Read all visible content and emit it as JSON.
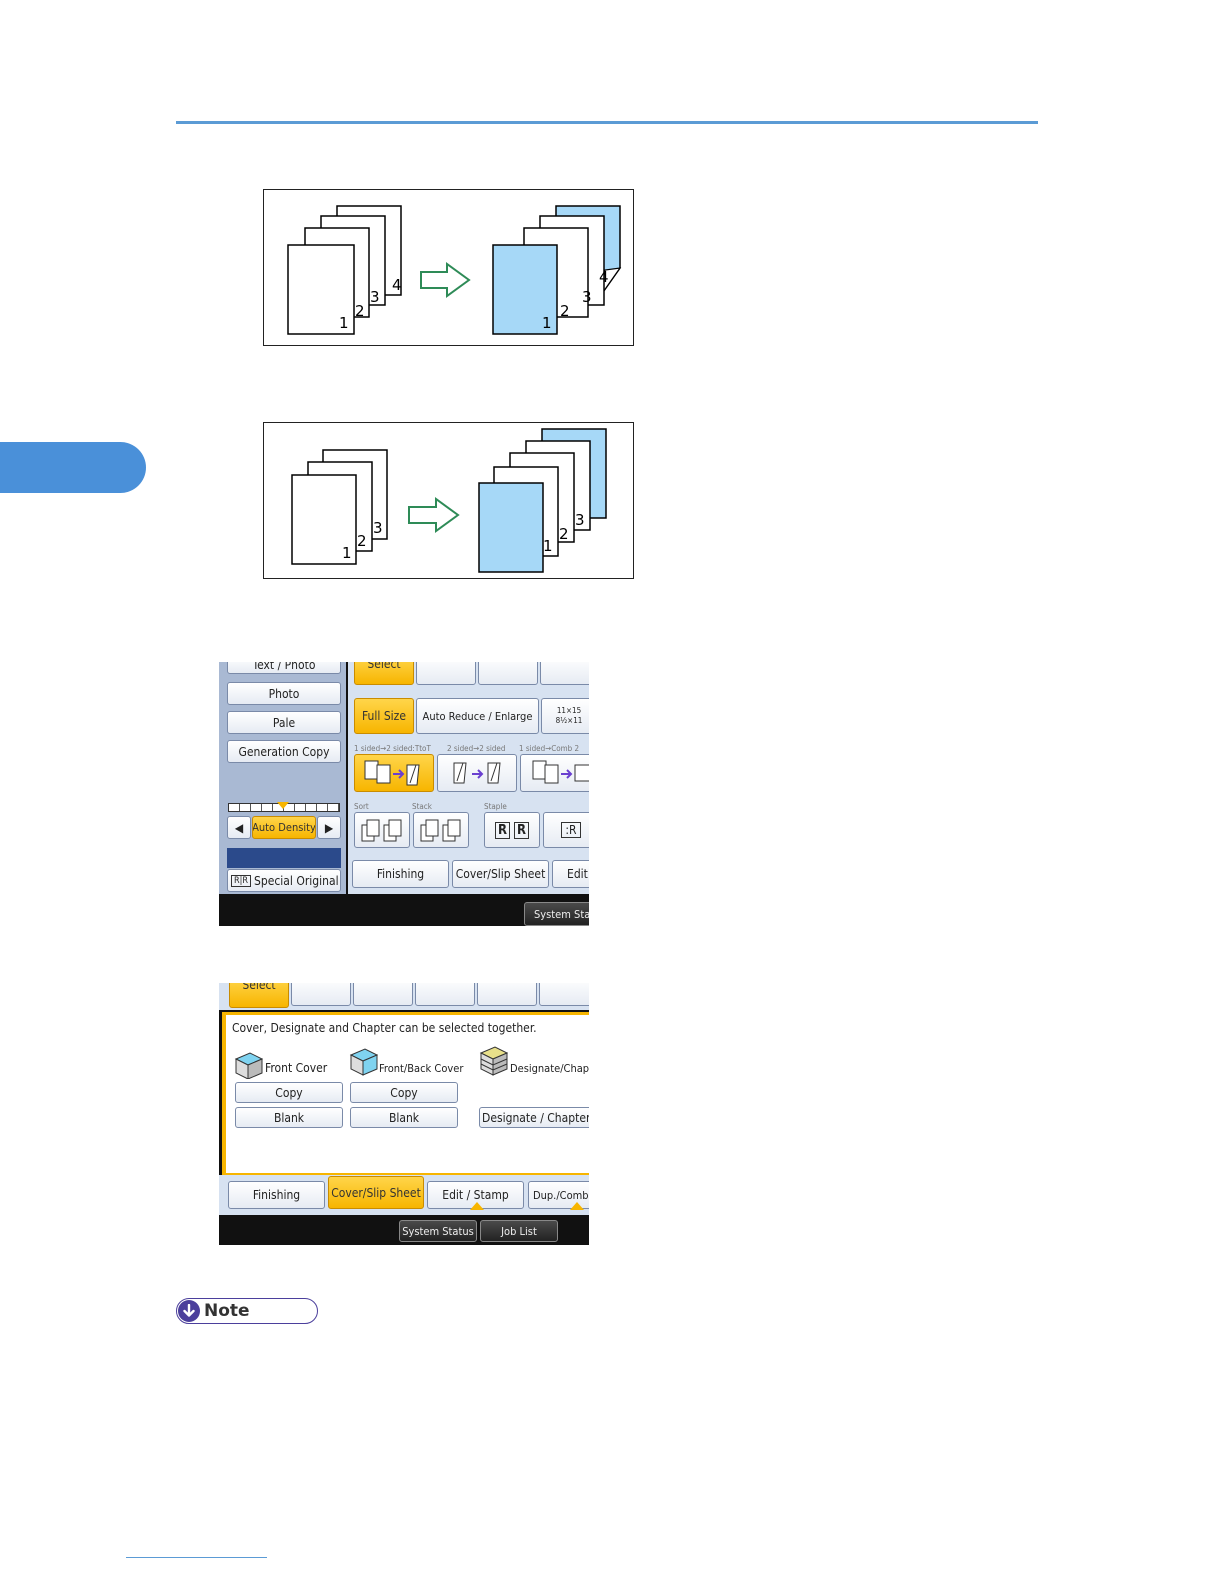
{
  "diagram1": {
    "left_pages": [
      "1",
      "2",
      "3",
      "4"
    ],
    "right_pages": [
      "1",
      "2",
      "3",
      "4"
    ]
  },
  "diagram2": {
    "left_pages": [
      "1",
      "2",
      "3"
    ],
    "right_pages": [
      "1",
      "2",
      "3"
    ]
  },
  "screen1": {
    "top_buttons": [
      "Select",
      "",
      "",
      ""
    ],
    "left_buttons": [
      "Text / Photo",
      "Photo",
      "Pale",
      "Generation Copy"
    ],
    "density_label": "Auto Density",
    "special_original": "Special Original",
    "reduce_buttons": [
      "Full Size",
      "Auto Reduce / Enlarge"
    ],
    "paper_size": [
      "11×15",
      "8½×11"
    ],
    "duplex_labels": [
      "1 sided→2 sided:TtoT",
      "2 sided→2 sided",
      "1 sided→Comb 2"
    ],
    "finish_labels": [
      "Sort",
      "Stack",
      "Staple"
    ],
    "tabs": [
      "Finishing",
      "Cover/Slip Sheet",
      "Edit"
    ],
    "status_button": "System Status"
  },
  "screen2": {
    "top_buttons": [
      "Select",
      "",
      "",
      "",
      "",
      ""
    ],
    "message": "Cover, Designate and Chapter can be selected together.",
    "front_cover": {
      "title": "Front Cover",
      "copy": "Copy",
      "blank": "Blank"
    },
    "front_back_cover": {
      "title": "Front/Back Cover",
      "copy": "Copy",
      "blank": "Blank"
    },
    "designate": {
      "title": "Designate/Chapter",
      "button": "Designate / Chapter"
    },
    "tabs": [
      "Finishing",
      "Cover/Slip Sheet",
      "Edit / Stamp",
      "Dup./Combine"
    ],
    "status_buttons": [
      "System Status",
      "Job List"
    ]
  },
  "note": {
    "label": "Note"
  },
  "colors": {
    "accent": "#5b9bd5",
    "page_blue": "#a6d8f7",
    "arrow_green": "#2e8b57",
    "select_yellow": "#f7b500",
    "note_purple": "#4b3f9c"
  }
}
